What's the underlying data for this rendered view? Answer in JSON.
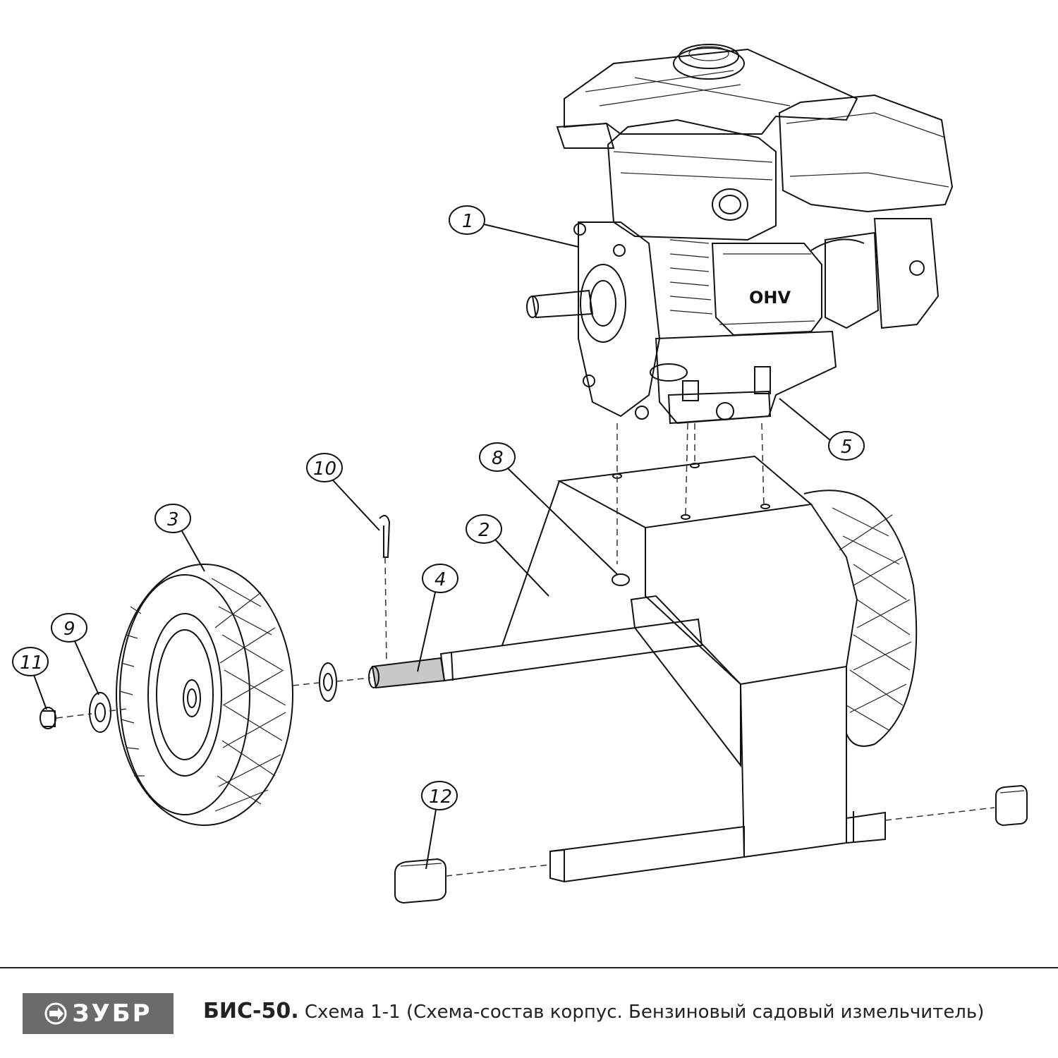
{
  "header": {
    "brand": "ЗУБР",
    "model": "БИС-50.",
    "caption": " Схема 1-1 (Схема-состав корпус. Бензиновый садовый измельчитель)"
  },
  "engine": {
    "valve_label": "OHV"
  },
  "callouts": [
    {
      "id": "1"
    },
    {
      "id": "2"
    },
    {
      "id": "3"
    },
    {
      "id": "4"
    },
    {
      "id": "5"
    },
    {
      "id": "8"
    },
    {
      "id": "9"
    },
    {
      "id": "10"
    },
    {
      "id": "11"
    },
    {
      "id": "12"
    }
  ],
  "colors": {
    "logo_bg": "#6b6b6b",
    "axle_fill": "#c8c8c8",
    "line": "#111111"
  }
}
